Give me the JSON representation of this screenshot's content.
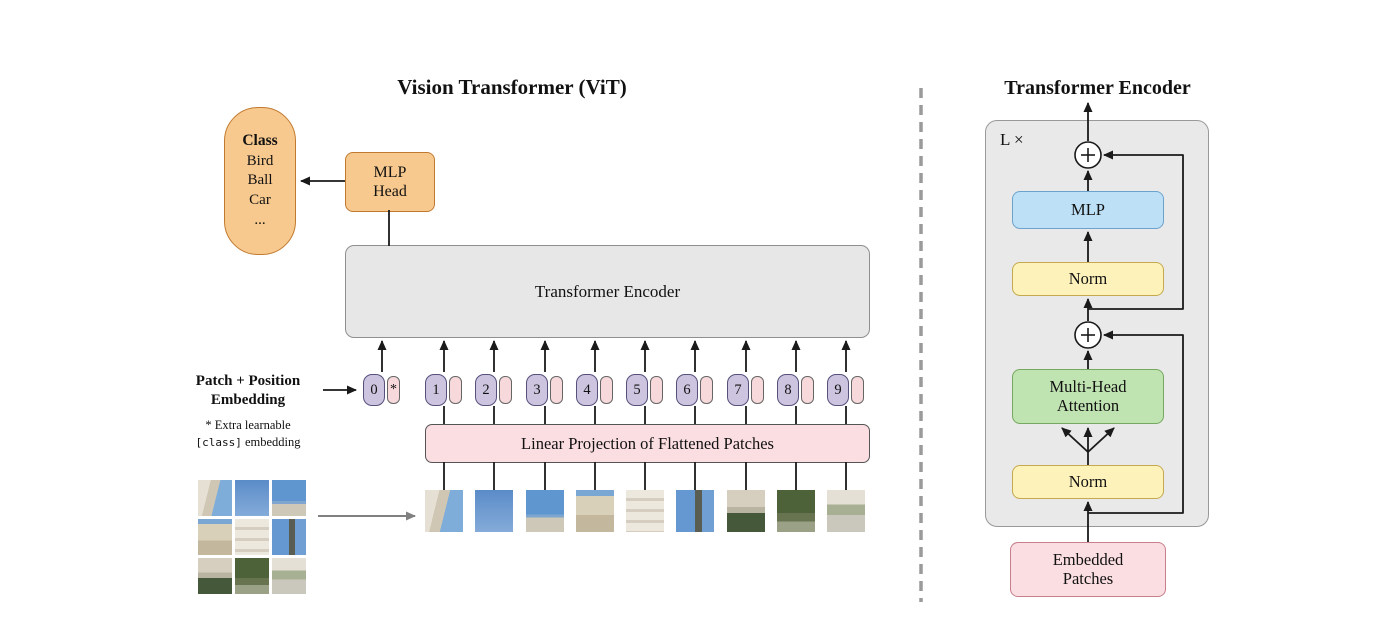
{
  "left": {
    "title": "Vision Transformer (ViT)",
    "class_bubble": {
      "header": "Class",
      "items": [
        "Bird",
        "Ball",
        "Car",
        "..."
      ]
    },
    "mlp_head": {
      "line1": "MLP",
      "line2": "Head"
    },
    "transformer_encoder_label": "Transformer Encoder",
    "patch_position": {
      "line1": "Patch + Position",
      "line2": "Embedding"
    },
    "note": {
      "line1": "* Extra learnable",
      "code": "[class]",
      "rest": " embedding"
    },
    "linear_projection_label": "Linear Projection of Flattened Patches",
    "tokens": [
      {
        "num": "0",
        "patch": "*"
      },
      {
        "num": "1",
        "patch": ""
      },
      {
        "num": "2",
        "patch": ""
      },
      {
        "num": "3",
        "patch": ""
      },
      {
        "num": "4",
        "patch": ""
      },
      {
        "num": "5",
        "patch": ""
      },
      {
        "num": "6",
        "patch": ""
      },
      {
        "num": "7",
        "patch": ""
      },
      {
        "num": "8",
        "patch": ""
      },
      {
        "num": "9",
        "patch": ""
      }
    ]
  },
  "right": {
    "title": "Transformer Encoder",
    "loop_label": "L ×",
    "boxes": {
      "mlp": "MLP",
      "norm_top": "Norm",
      "mha": {
        "line1": "Multi-Head",
        "line2": "Attention"
      },
      "norm_bottom": "Norm",
      "embedded": {
        "line1": "Embedded",
        "line2": "Patches"
      }
    }
  },
  "colors": {
    "orange": "#F8C98E",
    "orangeBorder": "#C07A30",
    "grayBox": "#E7E7E7",
    "grayBorder": "#8F8F8F",
    "purple": "#CDC5E0",
    "purpleBorder": "#57507A",
    "pinkPatch": "#F7D9DC",
    "pink": "#FBDEE2",
    "pinkBorder": "#555555",
    "panelGray": "#E9E9E9",
    "panelBorder": "#999999",
    "yellow": "#FDF2BA",
    "yellowBorder": "#C5A94E",
    "green": "#C0E3B2",
    "greenBorder": "#76A95F",
    "blue": "#BEE0F6",
    "blueBorder": "#6BA3CD",
    "pinkBoxBorder": "#C67F8B",
    "line": "#1A1A1A",
    "divider": "#9A9A9A"
  }
}
